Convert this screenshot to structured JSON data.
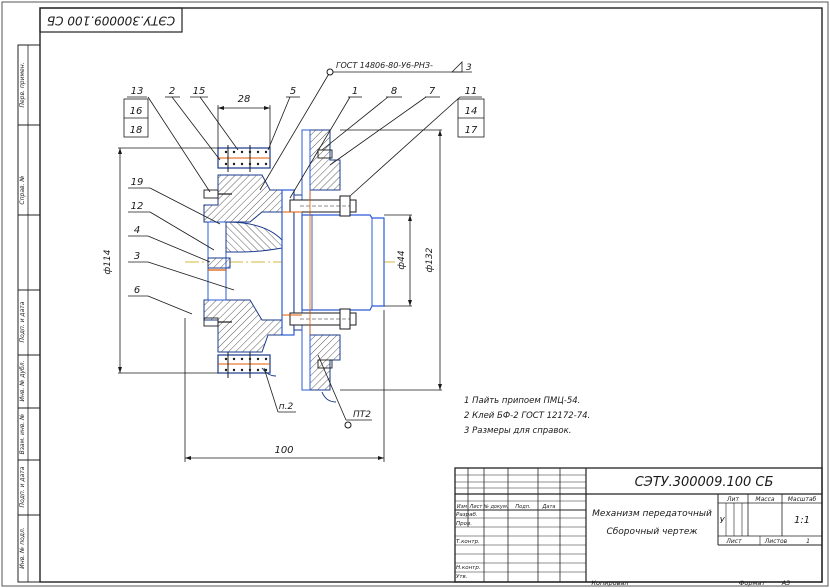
{
  "stamp_number_rotated": "СЭТУ.300009.100 СБ",
  "gost_note": "ГОСТ 14806-80-У6-РНЗ-",
  "gost_suffix": "3",
  "callouts": {
    "top_row": [
      "13",
      "2",
      "15",
      "5",
      "1",
      "8",
      "7",
      "11"
    ],
    "left_stack_a": [
      "16",
      "18"
    ],
    "right_stack": [
      "14",
      "17"
    ],
    "left_side": [
      "19",
      "12",
      "4",
      "3",
      "6"
    ],
    "bottom": [
      "п.2",
      "ПТ2"
    ]
  },
  "dimensions": {
    "width_28": "28",
    "dia_114": "ф114",
    "dia_44": "ф44",
    "dia_132": "ф132",
    "length_100": "100"
  },
  "notes": [
    "1 Пайть припоем ПМЦ-54.",
    "2 Клей БФ-2 ГОСТ 12172-74.",
    "3 Размеры для справок."
  ],
  "title_block": {
    "doc_number": "СЭТУ.300009.100 СБ",
    "name_line1": "Механизм передаточный",
    "name_line2": "Сборочный чертеж",
    "hdr_lit": "Лит",
    "hdr_mass": "Масса",
    "hdr_scale": "Масштаб",
    "scale_value": "1:1",
    "lit_value": "У",
    "sheet_label": "Лист",
    "sheets_label": "Листов",
    "sheets_value": "1",
    "col_izm": "Изм",
    "col_list": "Лист",
    "col_doc": "№ докум.",
    "col_sign": "Подп.",
    "col_date": "Дата",
    "row_razrab": "Разраб.",
    "row_prov": "Пров.",
    "row_tkontr": "Т.контр.",
    "row_nkontr": "Н.контр.",
    "row_utv": "Утв."
  },
  "footer": {
    "copied": "Копировал",
    "format_label": "Формат",
    "format_value": "А3"
  },
  "side_strip": [
    "Перв. примен.",
    "Справ. №",
    "Подп. и дата",
    "Инв. № дубл.",
    "Взам. инв. №",
    "Подп. и дата",
    "Инв. № подл."
  ]
}
